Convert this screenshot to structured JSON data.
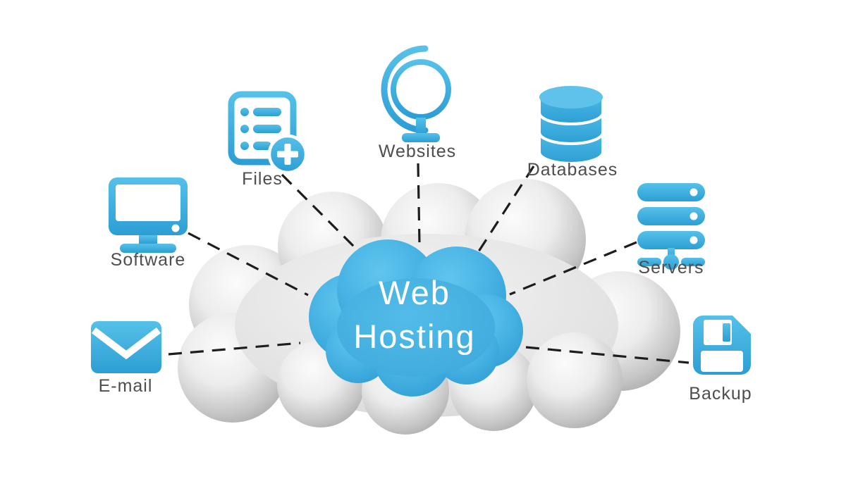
{
  "diagram": {
    "title_line1": "Web",
    "title_line2": "Hosting",
    "type": "hub-and-spoke cloud infographic"
  },
  "nodes": [
    {
      "id": "files",
      "label": "Files",
      "icon": "files-icon"
    },
    {
      "id": "websites",
      "label": "Websites",
      "icon": "globe-icon"
    },
    {
      "id": "databases",
      "label": "Databases",
      "icon": "database-icon"
    },
    {
      "id": "software",
      "label": "Software",
      "icon": "monitor-icon"
    },
    {
      "id": "servers",
      "label": "Servers",
      "icon": "server-rack-icon"
    },
    {
      "id": "email",
      "label": "E-mail",
      "icon": "envelope-icon"
    },
    {
      "id": "backup",
      "label": "Backup",
      "icon": "floppy-disk-icon"
    }
  ],
  "connections": [
    {
      "from": "files",
      "to": "web-hosting",
      "style": "dashed"
    },
    {
      "from": "websites",
      "to": "web-hosting",
      "style": "dashed"
    },
    {
      "from": "databases",
      "to": "web-hosting",
      "style": "dashed"
    },
    {
      "from": "software",
      "to": "web-hosting",
      "style": "dashed"
    },
    {
      "from": "servers",
      "to": "web-hosting",
      "style": "dashed"
    },
    {
      "from": "email",
      "to": "web-hosting",
      "style": "dashed"
    },
    {
      "from": "backup",
      "to": "web-hosting",
      "style": "dashed"
    }
  ],
  "colors": {
    "accent_blue": "#3aa8db",
    "icon_blue_top": "#55c1e9",
    "icon_blue_bottom": "#2d9ed4",
    "cloud_blue_light": "#60c5ee",
    "cloud_blue_dark": "#2f9ed5",
    "cloud_gray_light": "#fafafa",
    "cloud_gray_dark": "#acacac",
    "label_text": "#4e4e4e",
    "title_text": "#ffffff",
    "connector": "#1d1d1d",
    "background": "#ffffff"
  }
}
